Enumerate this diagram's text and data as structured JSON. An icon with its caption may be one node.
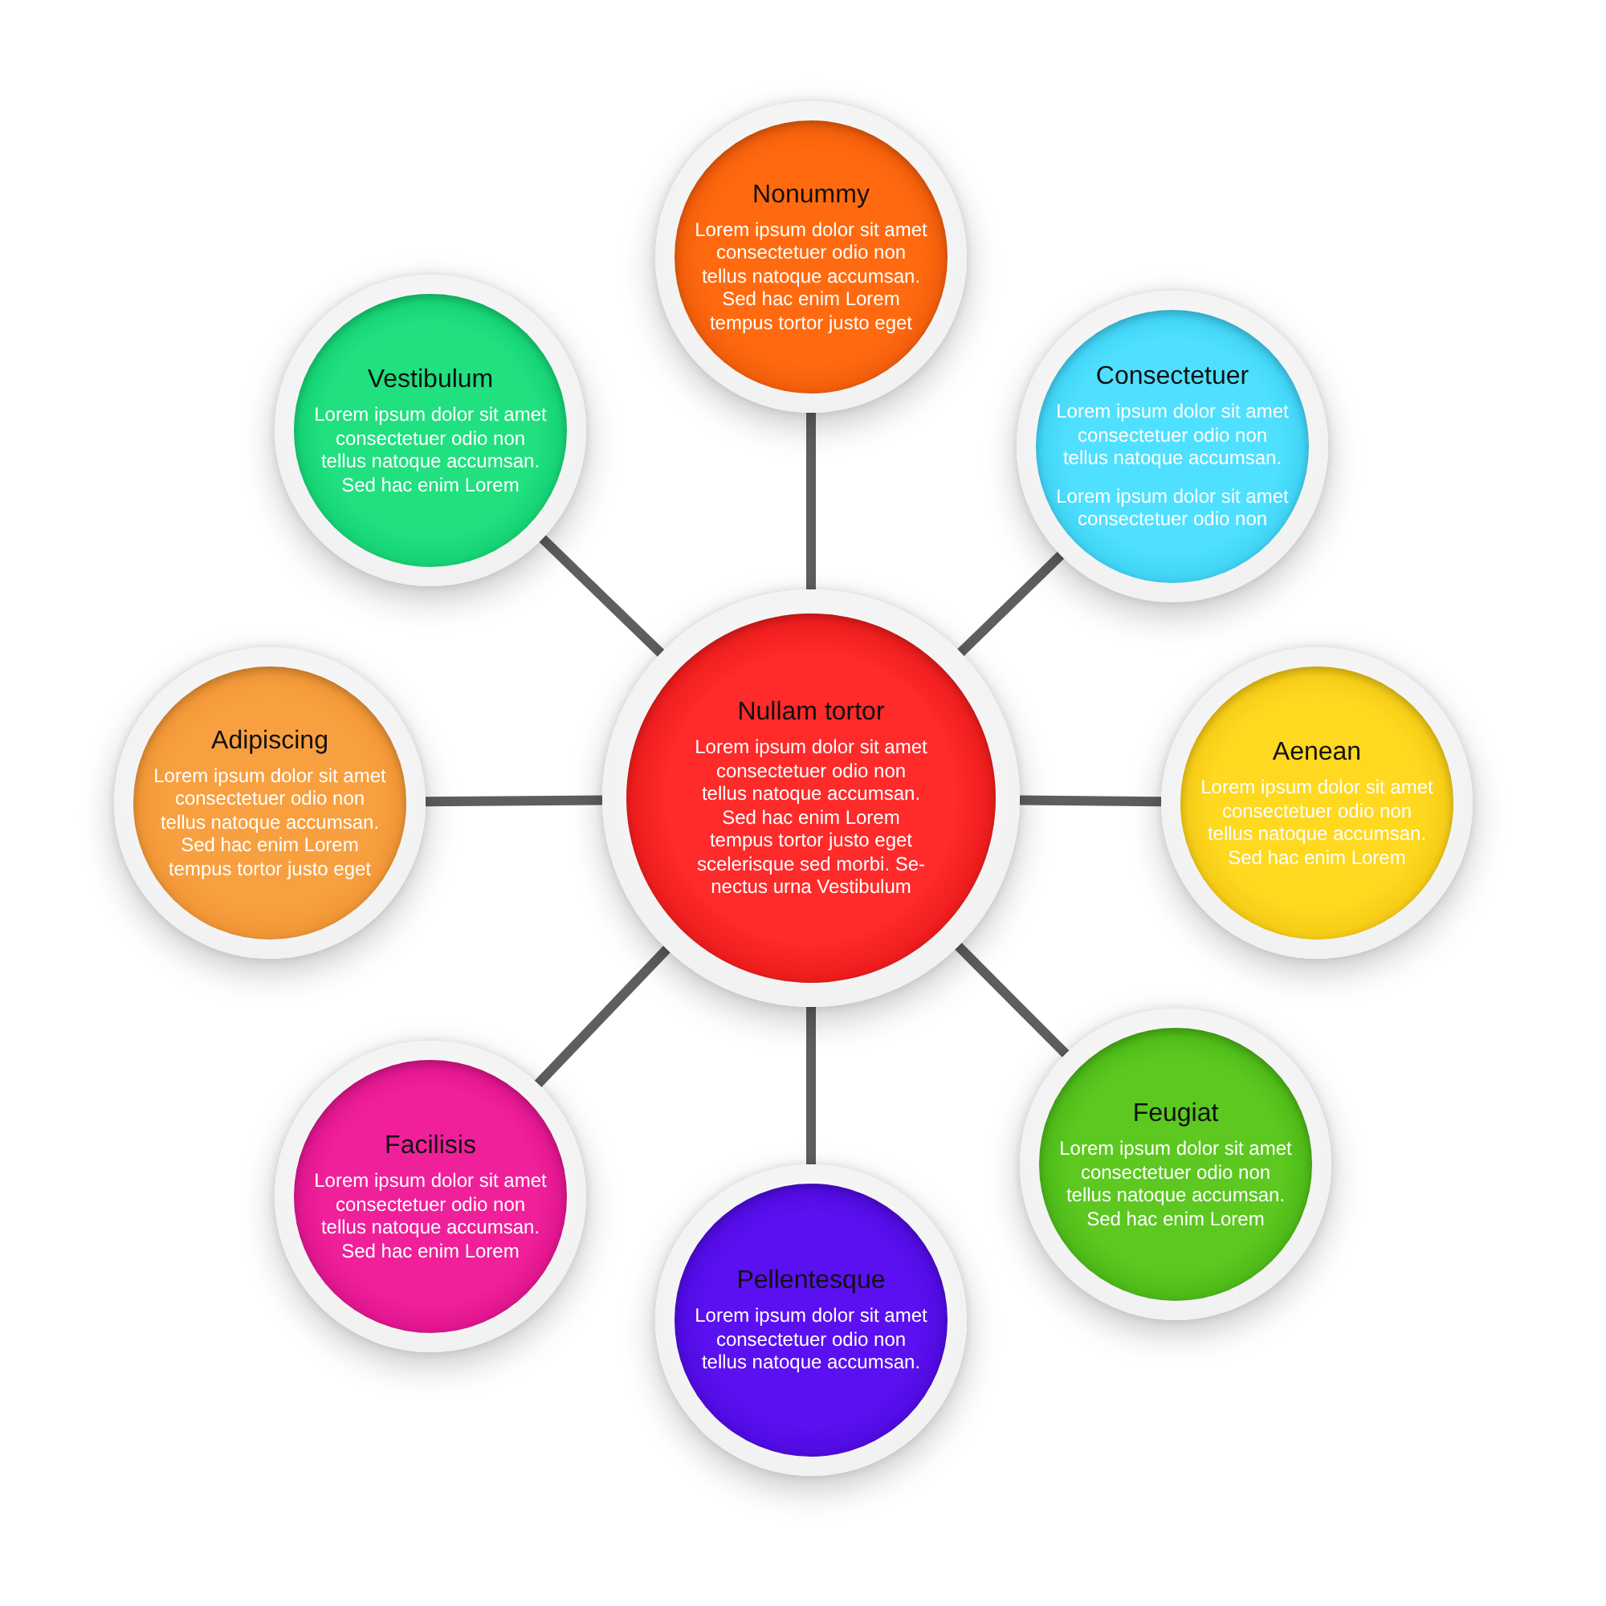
{
  "diagram": {
    "nodes": [
      {
        "text": [
          "Nullam tortor",
          "Lorem ipsum dolor sit amet consectetuer odio non tellus natoque accumsan. Sed hac enim Lorem tempus tortor justo eget scelerisque sed morbi. Se- nectus urna Vestibulum"
        ]
      },
      {
        "text": [
          "Nonummy",
          "Lorem ipsum dolor sit amet consectetuer odio non tellus natoque accumsan. Sed hac enim Lorem tempus tortor justo eget"
        ]
      },
      {
        "text": [
          "Consectetuer",
          "Lorem ipsum dolor sit amet consectetuer odio non tellus natoque accumsan.",
          "Lorem ipsum dolor sit amet consectetuer odio non"
        ]
      },
      {
        "text": [
          "Aenean",
          "Lorem ipsum dolor sit amet consectetuer odio non tellus natoque accumsan. Sed hac enim Lorem"
        ]
      },
      {
        "text": [
          "Feugiat",
          "Lorem ipsum dolor sit amet consectetuer odio non tellus natoque accumsan. Sed hac enim Lorem"
        ]
      },
      {
        "text": [
          "Pellentesque",
          "Lorem ipsum dolor sit amet consectetuer odio non tellus natoque accumsan."
        ]
      },
      {
        "text": [
          "Facilisis",
          "Lorem ipsum dolor sit amet consectetuer odio non tellus natoque accumsan. Sed hac enim Lorem"
        ]
      },
      {
        "text": [
          "Adipiscing",
          "Lorem ipsum dolor sit amet consectetuer odio non tellus natoque accumsan. Sed hac enim Lorem tempus tortor justo eget"
        ]
      },
      {
        "text": [
          "Vestibulum",
          "Lorem ipsum dolor sit amet consectetuer odio non tellus natoque accumsan. Sed hac enim Lorem"
        ]
      }
    ],
    "edges": [
      {
        "from": 0,
        "to": 1,
        "arrow": "none"
      },
      {
        "from": 0,
        "to": 2,
        "arrow": "none"
      },
      {
        "from": 0,
        "to": 3,
        "arrow": "none"
      },
      {
        "from": 0,
        "to": 4,
        "arrow": "none"
      },
      {
        "from": 0,
        "to": 5,
        "arrow": "none"
      },
      {
        "from": 0,
        "to": 6,
        "arrow": "none"
      },
      {
        "from": 0,
        "to": 7,
        "arrow": "none"
      },
      {
        "from": 0,
        "to": 8,
        "arrow": "none"
      }
    ]
  }
}
